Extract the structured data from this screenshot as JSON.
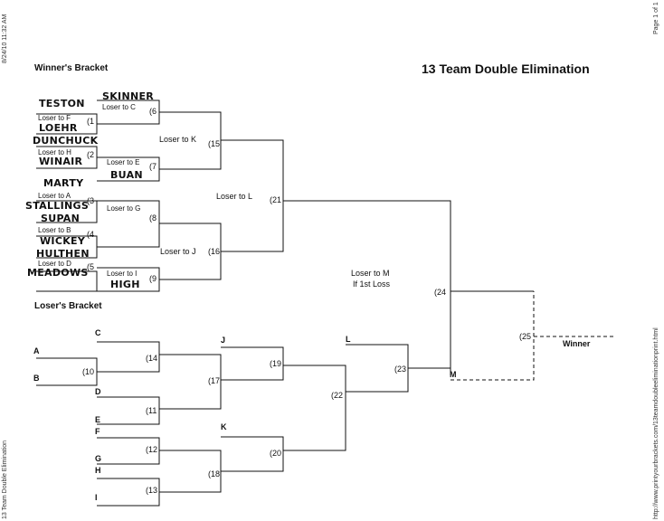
{
  "header": {
    "title": "13 Team Double Elimination",
    "winners_heading": "Winner's Bracket",
    "losers_heading": "Loser's Bracket",
    "timestamp": "8/24/10 11:32 AM",
    "page": "Page 1 of 1",
    "doc_name": "13 Team Double Elimination",
    "url": "http://www.printyourbrackets.com/13teamdoubleeliminationprint.html"
  },
  "players": {
    "skinner": "SKINNER",
    "teston": "TESTON",
    "loehr": "LOEHR",
    "dunchuck": "DUNCHUCK",
    "winair": "WINAIR",
    "buan": "BUAN",
    "marty": "MARTY",
    "stallings": "STALLINGS",
    "supan": "SUPAN",
    "wickey": "WICKEY",
    "hulthen": "HULTHEN",
    "meadows": "MEADOWS",
    "high": "HIGH"
  },
  "games": {
    "g1": "(1",
    "g2": "(2",
    "g3": "(3",
    "g4": "(4",
    "g5": "(5",
    "g6": "(6",
    "g7": "(7",
    "g8": "(8",
    "g9": "(9",
    "g10": "(10",
    "g11": "(11",
    "g12": "(12",
    "g13": "(13",
    "g14": "(14",
    "g15": "(15",
    "g16": "(16",
    "g17": "(17",
    "g18": "(18",
    "g19": "(19",
    "g20": "(20",
    "g21": "(21",
    "g22": "(22",
    "g23": "(23",
    "g24": "(24",
    "g25": "(25"
  },
  "loser_notes": {
    "to_c": "Loser to C",
    "to_f": "Loser to F",
    "to_k": "Loser to K",
    "to_h": "Loser to  H",
    "to_e": "Loser to E",
    "to_l": "Loser to L",
    "to_a": "Loser to A",
    "to_g": "Loser to G",
    "to_b": "Loser to B",
    "to_j": "Loser to J",
    "to_d": "Loser to D",
    "to_i": "Loser to I",
    "to_m": "Loser to M",
    "if_first": "If 1st Loss"
  },
  "slots": {
    "a": "A",
    "b": "B",
    "c": "C",
    "d": "D",
    "e": "E",
    "f": "F",
    "g": "G",
    "h": "H",
    "i": "I",
    "j": "J",
    "k": "K",
    "l": "L",
    "m": "M"
  },
  "winner_label": "Winner"
}
